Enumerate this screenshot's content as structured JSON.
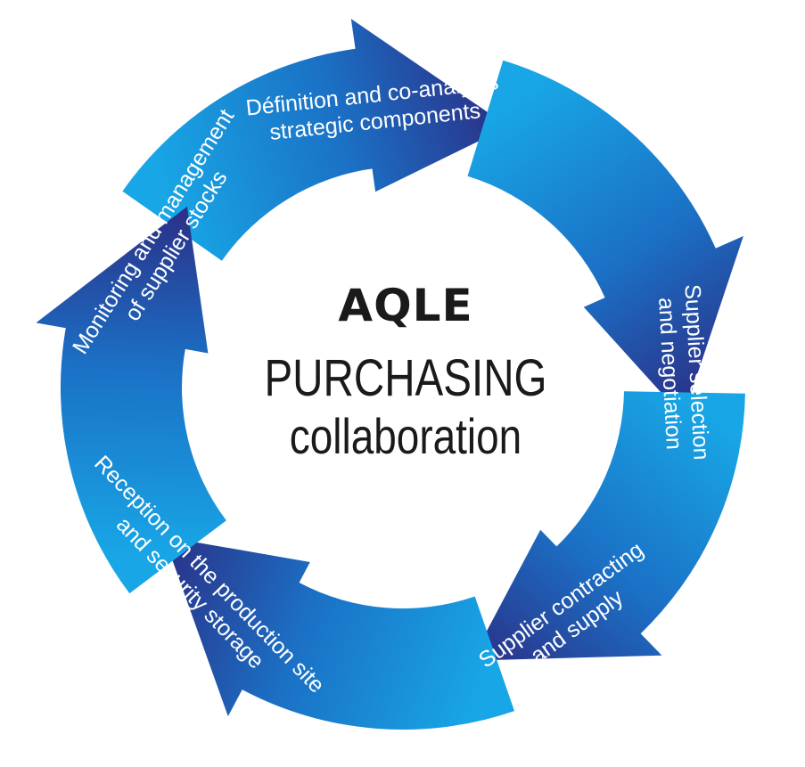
{
  "center": {
    "brand": "AQLE",
    "line2": "PURCHASING",
    "line3": "collaboration"
  },
  "stages": [
    {
      "line1": "Définition and co-analysis",
      "line2": "strategic components"
    },
    {
      "line1": "Supplier selection",
      "line2": "and negotiation"
    },
    {
      "line1": "Supplier contracting",
      "line2": "and supply"
    },
    {
      "line1": "Reception on the production site",
      "line2": "and security storage"
    },
    {
      "line1": "Monitoring and management",
      "line2": "of supplier stocks"
    }
  ],
  "colors": {
    "arrow_light": "#18a6e6",
    "arrow_mid": "#1b6fc4",
    "arrow_dark": "#2b2f86",
    "text_dark": "#1a1a1a"
  }
}
